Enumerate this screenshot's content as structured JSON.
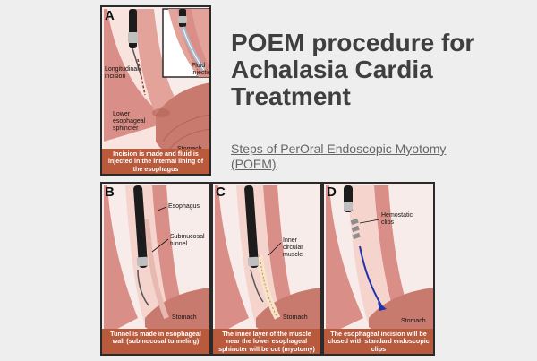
{
  "title": "POEM procedure for Achalasia Cardia Treatment",
  "subtitle": "Steps of PerOral Endoscopic Myotomy (POEM)",
  "colors": {
    "caption_bg": "#b95a3d",
    "tissue": "#d98f87",
    "stomach": "#c97a6f",
    "lumen": "#f4d4cd",
    "scope": "#1c1c1c",
    "title_text": "#3f3f3f"
  },
  "panels": {
    "a": {
      "letter": "A",
      "caption": "Incision is made and fluid is injected in the internal lining of the esophagus",
      "labels": {
        "incision": "Longitudinal incision",
        "fluid": "Fluid injection",
        "sphincter": "Lower esophageal sphincter",
        "stomach": "Stomach"
      }
    },
    "b": {
      "letter": "B",
      "caption": "Tunnel is made in esophageal wall (submucosal tunneling)",
      "labels": {
        "esophagus": "Esophagus",
        "tunnel": "Submucosal tunnel",
        "stomach": "Stomach"
      }
    },
    "c": {
      "letter": "C",
      "caption": "The inner layer of the muscle near the lower esophageal sphincter will be cut (myotomy)",
      "labels": {
        "muscle": "Inner circular muscle",
        "stomach": "Stomach"
      }
    },
    "d": {
      "letter": "D",
      "caption": "The esophageal incision will be closed with standard endoscopic clips",
      "labels": {
        "clips": "Hemostatic clips",
        "stomach": "Stomach"
      }
    }
  }
}
